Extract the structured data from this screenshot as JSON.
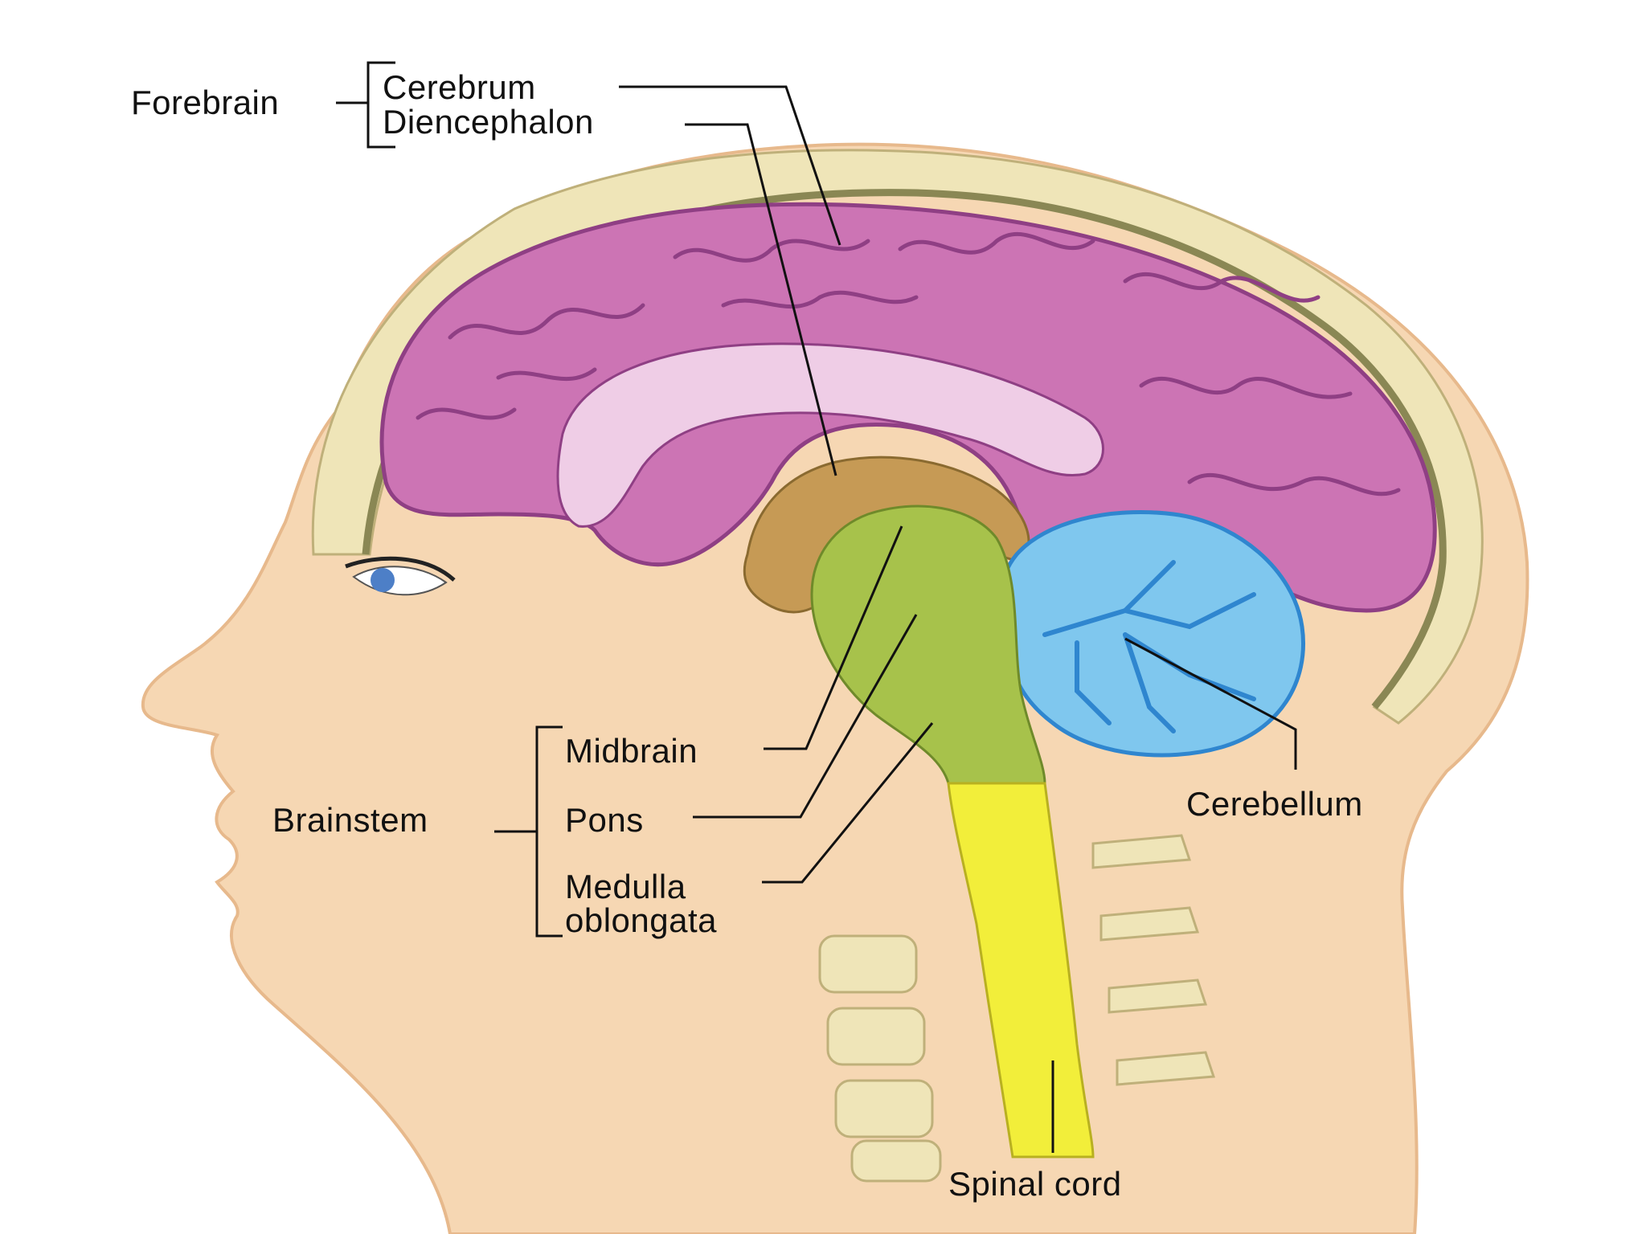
{
  "labels": {
    "forebrain": "Forebrain",
    "cerebrum": "Cerebrum",
    "diencephalon": "Diencephalon",
    "brainstem": "Brainstem",
    "midbrain": "Midbrain",
    "pons": "Pons",
    "medulla_line1": "Medulla",
    "medulla_line2": "oblongata",
    "cerebellum": "Cerebellum",
    "spinal_cord": "Spinal cord"
  },
  "colors": {
    "skin": "#f6d7b3",
    "skin_outline": "#e7b98c",
    "bone": "#efe5b8",
    "bone_speckle": "#bfb07a",
    "meninges": "#8a8754",
    "cerebrum": "#cc74b4",
    "cerebrum_sulci": "#8f3f84",
    "corpus_callosum": "#efcde6",
    "diencephalon": "#c69a55",
    "brainstem": "#a7c24b",
    "cerebellum": "#7fc7ee",
    "cerebellum_tree": "#2f86cf",
    "spinal_cord": "#f2ee3a",
    "eye_iris": "#4d7fc7"
  }
}
